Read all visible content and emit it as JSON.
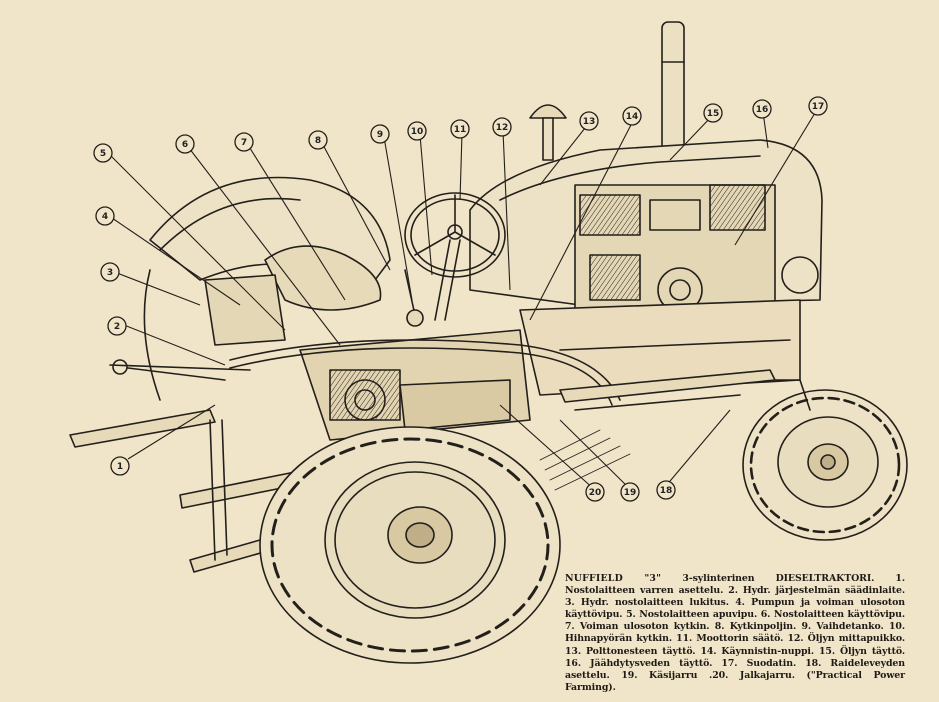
{
  "callouts": [
    "1",
    "2",
    "3",
    "4",
    "5",
    "6",
    "7",
    "8",
    "9",
    "10",
    "11",
    "12",
    "13",
    "14",
    "15",
    "16",
    "17",
    "18",
    "19",
    "20"
  ],
  "caption": {
    "title": "NUFFIELD \"3\"",
    "text": " 3-sylinterinen DIESELTRAKTORI. 1. Nostolaitteen varren asettelu. 2. Hydr. järjestelmän säädinlaite. 3. Hydr. nostolaitteen lukitus. 4. Pumpun ja voiman ulosoton käyttövipu. 5. Nostolaitteen apuvipu. 6. Nostolaitteen käyttövipu. 7. Voiman ulosoton kytkin. 8. Kytkinpoljin. 9. Vaihdetanko. 10. Hihnapyörän kytkin. 11. Moottorin säätö. 12. Öljyn mittapuikko. 13. Polttonesteen täyttö. 14. Käynnistin-nuppi. 15. Öljyn täyttö. 16. Jäähdytysveden täyttö. 17. Suodatin. 18. Raideleveyden asettelu. 19. Käsijarru .20. Jalkajarru. (\"Practical Power Farming)."
  }
}
